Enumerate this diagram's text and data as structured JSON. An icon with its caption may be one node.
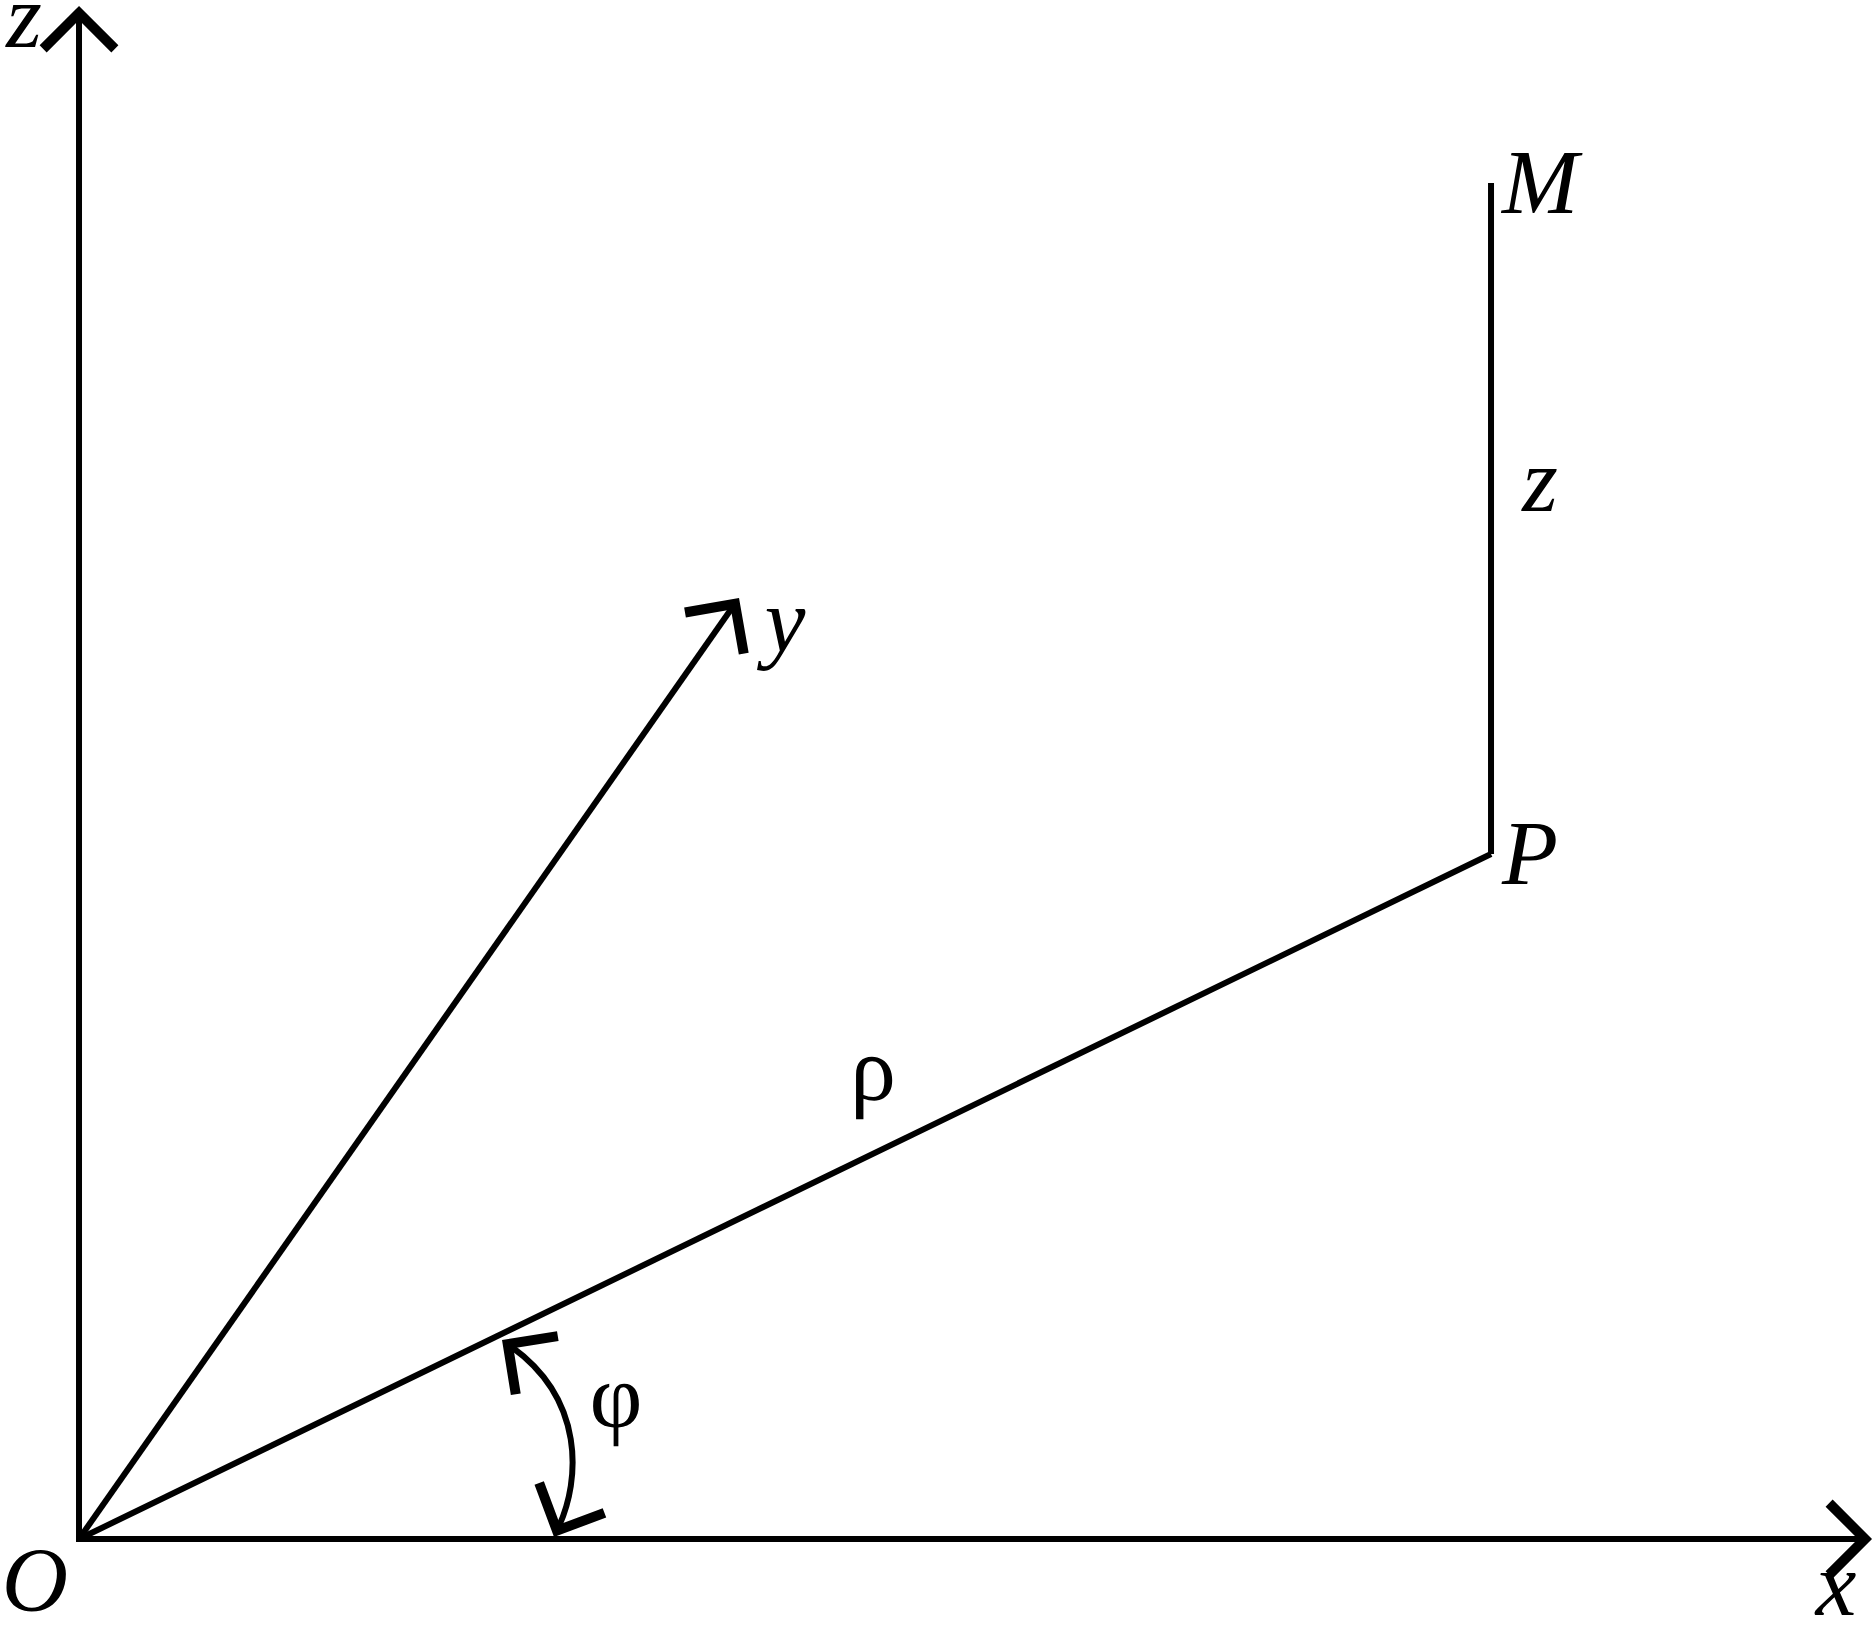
{
  "diagram": {
    "nodes": [
      {
        "text": [
          "O"
        ]
      },
      {
        "text": [
          "P"
        ]
      },
      {
        "text": [
          "M"
        ]
      }
    ],
    "edges": [
      {
        "from": 0,
        "to": 1,
        "arrow": "none",
        "label": "ρ"
      },
      {
        "from": 1,
        "to": 2,
        "arrow": "none",
        "label": "z"
      }
    ],
    "labels": [
      "z",
      "y",
      "φ",
      "x"
    ]
  }
}
